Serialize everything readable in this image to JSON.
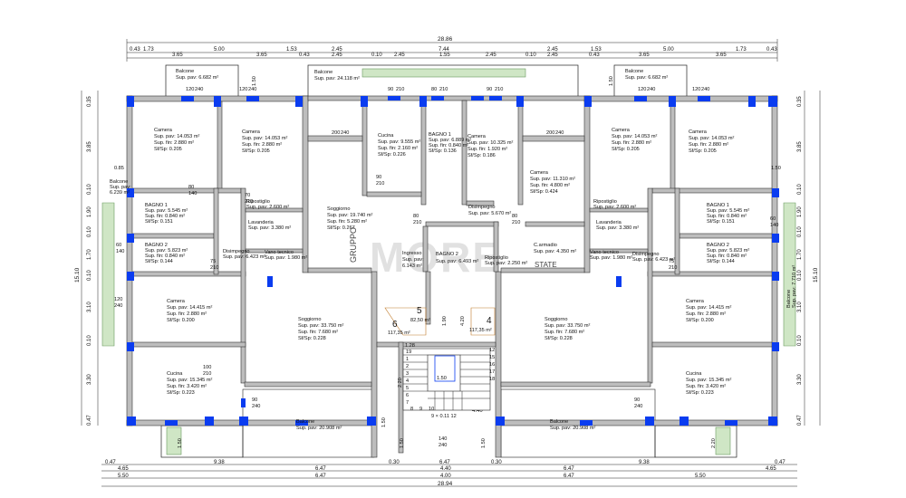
{
  "watermark": {
    "brand": "MORE",
    "left_vertical": "GRUPPO",
    "sub": "STATE"
  },
  "dims_top": {
    "total": "28.86",
    "r1": [
      "0.43",
      "1.73",
      "5.00",
      "1.53",
      "2.45",
      "7.44",
      "2.45",
      "1.53",
      "5.00",
      "1.73",
      "0.43"
    ],
    "r2": [
      "3.65",
      "3.65",
      "0.43",
      "2.45",
      "0.10",
      "2.45",
      "1.55",
      "2.45",
      "0.10",
      "2.45",
      "0.43",
      "3.65",
      "3.65"
    ]
  },
  "dims_bottom": {
    "total": "28.94",
    "r1": [
      "0.47",
      "9.38",
      "0.30",
      "6.47",
      "0.30",
      "9.38",
      "0.47"
    ],
    "r2": [
      "4.65",
      "6.47",
      "4.40",
      "6.47",
      "4.65"
    ],
    "r3": [
      "5.50",
      "6.47",
      "4.00",
      "6.47",
      "5.50"
    ],
    "inner": "4.40"
  },
  "dims_left": [
    "0.35",
    "3.85",
    "0.10",
    "1.90",
    "0.10",
    "1.70",
    "0.10",
    "3.10",
    "0.10",
    "3.30",
    "0.47",
    "15.10"
  ],
  "dims_right": [
    "0.35",
    "3.85",
    "0.10",
    "1.90",
    "0.10",
    "1.70",
    "0.10",
    "3.10",
    "0.10",
    "3.30",
    "0.47",
    "15.10"
  ],
  "apartments": [
    {
      "number": "5",
      "area": "82,50 m²"
    },
    {
      "number": "6",
      "area": "117,35 m²"
    },
    {
      "number": "4",
      "area": "117,35 m²"
    }
  ],
  "rooms": [
    {
      "name": "Balcone",
      "l1": "Sup. pav: 6.682 m²"
    },
    {
      "name": "Balcone",
      "l1": "Sup. pav: 24.118 m²"
    },
    {
      "name": "Balcone",
      "l1": "Sup. pav: 6.682 m²"
    },
    {
      "name": "Camera",
      "l1": "Sup. pav: 14.053 m²",
      "l2": "Sup. fin:  2.880 m²",
      "l3": "Sf/Sp:     0.205"
    },
    {
      "name": "Camera",
      "l1": "Sup. pav: 14.053 m²",
      "l2": "Sup. fin:  2.880 m²",
      "l3": "Sf/Sp:     0.205"
    },
    {
      "name": "Cucina",
      "l1": "Sup. pav: 9.555 m²",
      "l2": "Sup. fin: 2.160 m²",
      "l3": "Sf/Sp:     0.226"
    },
    {
      "name": "BAGNO 1",
      "l1": "Sup. pav: 6.889 m²",
      "l2": "Sup. fin: 0.840 m²",
      "l3": "Sf/Sp: 0.136"
    },
    {
      "name": "Camera",
      "l1": "Sup. pav: 10.325 m²",
      "l2": "Sup. fin: 1.920 m²",
      "l3": "Sf/Sp:     0.186"
    },
    {
      "name": "Camera",
      "l1": "Sup. pav: 11.310 m²",
      "l2": "Sup. fin:  4.800 m²",
      "l3": "Sf/Sp:     0.424"
    },
    {
      "name": "Camera",
      "l1": "Sup. pav: 14.053 m²",
      "l2": "Sup. fin:  2.880 m²",
      "l3": "Sf/Sp:     0.205"
    },
    {
      "name": "Camera",
      "l1": "Sup. pav: 14.053 m²",
      "l2": "Sup. fin:  2.880 m²",
      "l3": "Sf/Sp:     0.205"
    },
    {
      "name": "Soggiorno",
      "l1": "Sup. pav: 19.740 m²",
      "l2": "Sup. fin:  5.280 m²",
      "l3": "Sf/Sp:     0.267"
    },
    {
      "name": "Disimpegno",
      "l1": "Sup. pav: 5.670 m²"
    },
    {
      "name": "Ingresso",
      "l1": "Sup. pav:",
      "l2": "6.143 m²"
    },
    {
      "name": "BAGNO 2",
      "l1": "Sup. pav: 6.493 m²"
    },
    {
      "name": "C.armadio",
      "l1": "Sup. pav: 4.350 m²"
    },
    {
      "name": "Ripostiglio",
      "l1": "Sup. pav: 2.250 m²"
    },
    {
      "name": "BAGNO 1",
      "l1": "Sup. pav: 5.545 m²",
      "l2": "Sup. fin: 0.840 m²",
      "l3": "Sf/Sp:    0.151"
    },
    {
      "name": "BAGNO 2",
      "l1": "Sup. pav: 5.823 m²",
      "l2": "Sup. fin: 0.840 m²",
      "l3": "Sf/Sp:    0.144"
    },
    {
      "name": "Ripostiglio",
      "l1": "Sup. pav: 2.600 m²"
    },
    {
      "name": "Lavanderia",
      "l1": "Sup. pav: 3.380 m²"
    },
    {
      "name": "Disimpegno",
      "l1": "Sup. pav: 6.423 m²"
    },
    {
      "name": "Vano tecnico",
      "l1": "Sup. pav: 1.980 m²"
    },
    {
      "name": "BAGNO 1",
      "l1": "Sup. pav: 5.545 m²",
      "l2": "Sup. fin: 0.840 m²",
      "l3": "Sf/Sp:    0.151"
    },
    {
      "name": "BAGNO 2",
      "l1": "Sup. pav: 5.823 m²",
      "l2": "Sup. fin: 0.840 m²",
      "l3": "Sf/Sp:    0.144"
    },
    {
      "name": "Ripostiglio",
      "l1": "Sup. pav: 2.600 m²"
    },
    {
      "name": "Lavanderia",
      "l1": "Sup. pav: 3.380 m²"
    },
    {
      "name": "Disimpegno",
      "l1": "Sup. pav: 6.423 m²"
    },
    {
      "name": "Vano tecnico",
      "l1": "Sup. pav: 1.980 m²"
    },
    {
      "name": "Camera",
      "l1": "Sup. pav: 14.415 m²",
      "l2": "Sup. fin:  2.880 m²",
      "l3": "Sf/Sp:     0.200"
    },
    {
      "name": "Soggiorno",
      "l1": "Sup. pav: 33.750 m²",
      "l2": "Sup. fin:  7.680 m²",
      "l3": "Sf/Sp:     0.228"
    },
    {
      "name": "Soggiorno",
      "l1": "Sup. pav: 33.750 m²",
      "l2": "Sup. fin:  7.680 m²",
      "l3": "Sf/Sp:     0.228"
    },
    {
      "name": "Camera",
      "l1": "Sup. pav: 14.415 m²",
      "l2": "Sup. fin:  2.880 m²",
      "l3": "Sf/Sp:     0.200"
    },
    {
      "name": "Cucina",
      "l1": "Sup. pav: 15.345 m²",
      "l2": "Sup. fin:  3.420 m²",
      "l3": "Sf/Sp:     0.223"
    },
    {
      "name": "Cucina",
      "l1": "Sup. pav: 15.345 m²",
      "l2": "Sup. fin:  3.420 m²",
      "l3": "Sf/Sp:     0.223"
    },
    {
      "name": "Balcone",
      "l1": "Sup. pav: 20.908 m²"
    },
    {
      "name": "Balcone",
      "l1": "Sup. pav: 20.908 m²"
    },
    {
      "name": "Balcone",
      "l1": "Sup. pav:",
      "l2": "6.239 m²"
    },
    {
      "name": "Balcone",
      "l1": "Sup. pav: 7.710 m²"
    }
  ],
  "openings": [
    "120",
    "240",
    "90",
    "210",
    "80",
    "210",
    "200",
    "240",
    "70",
    "210",
    "80",
    "140",
    "75",
    "210",
    "100",
    "210",
    "140",
    "240",
    "120",
    "240",
    "60",
    "140",
    "0.85",
    "1.50",
    "1.50",
    "1.50",
    "1.50",
    "1.50",
    "1.50",
    "2.20",
    "1.90",
    "4.20",
    "1.28",
    "9 × 0.11 12",
    "12",
    "15",
    "16",
    "17",
    "18",
    "19",
    "1",
    "2",
    "3",
    "4",
    "5",
    "6",
    "7",
    "8",
    "9",
    "10",
    "11"
  ],
  "colors": {
    "wall": "#bdbdbd",
    "window": "#0a3cf0",
    "green": "#cfe6c5",
    "line": "#222222"
  }
}
